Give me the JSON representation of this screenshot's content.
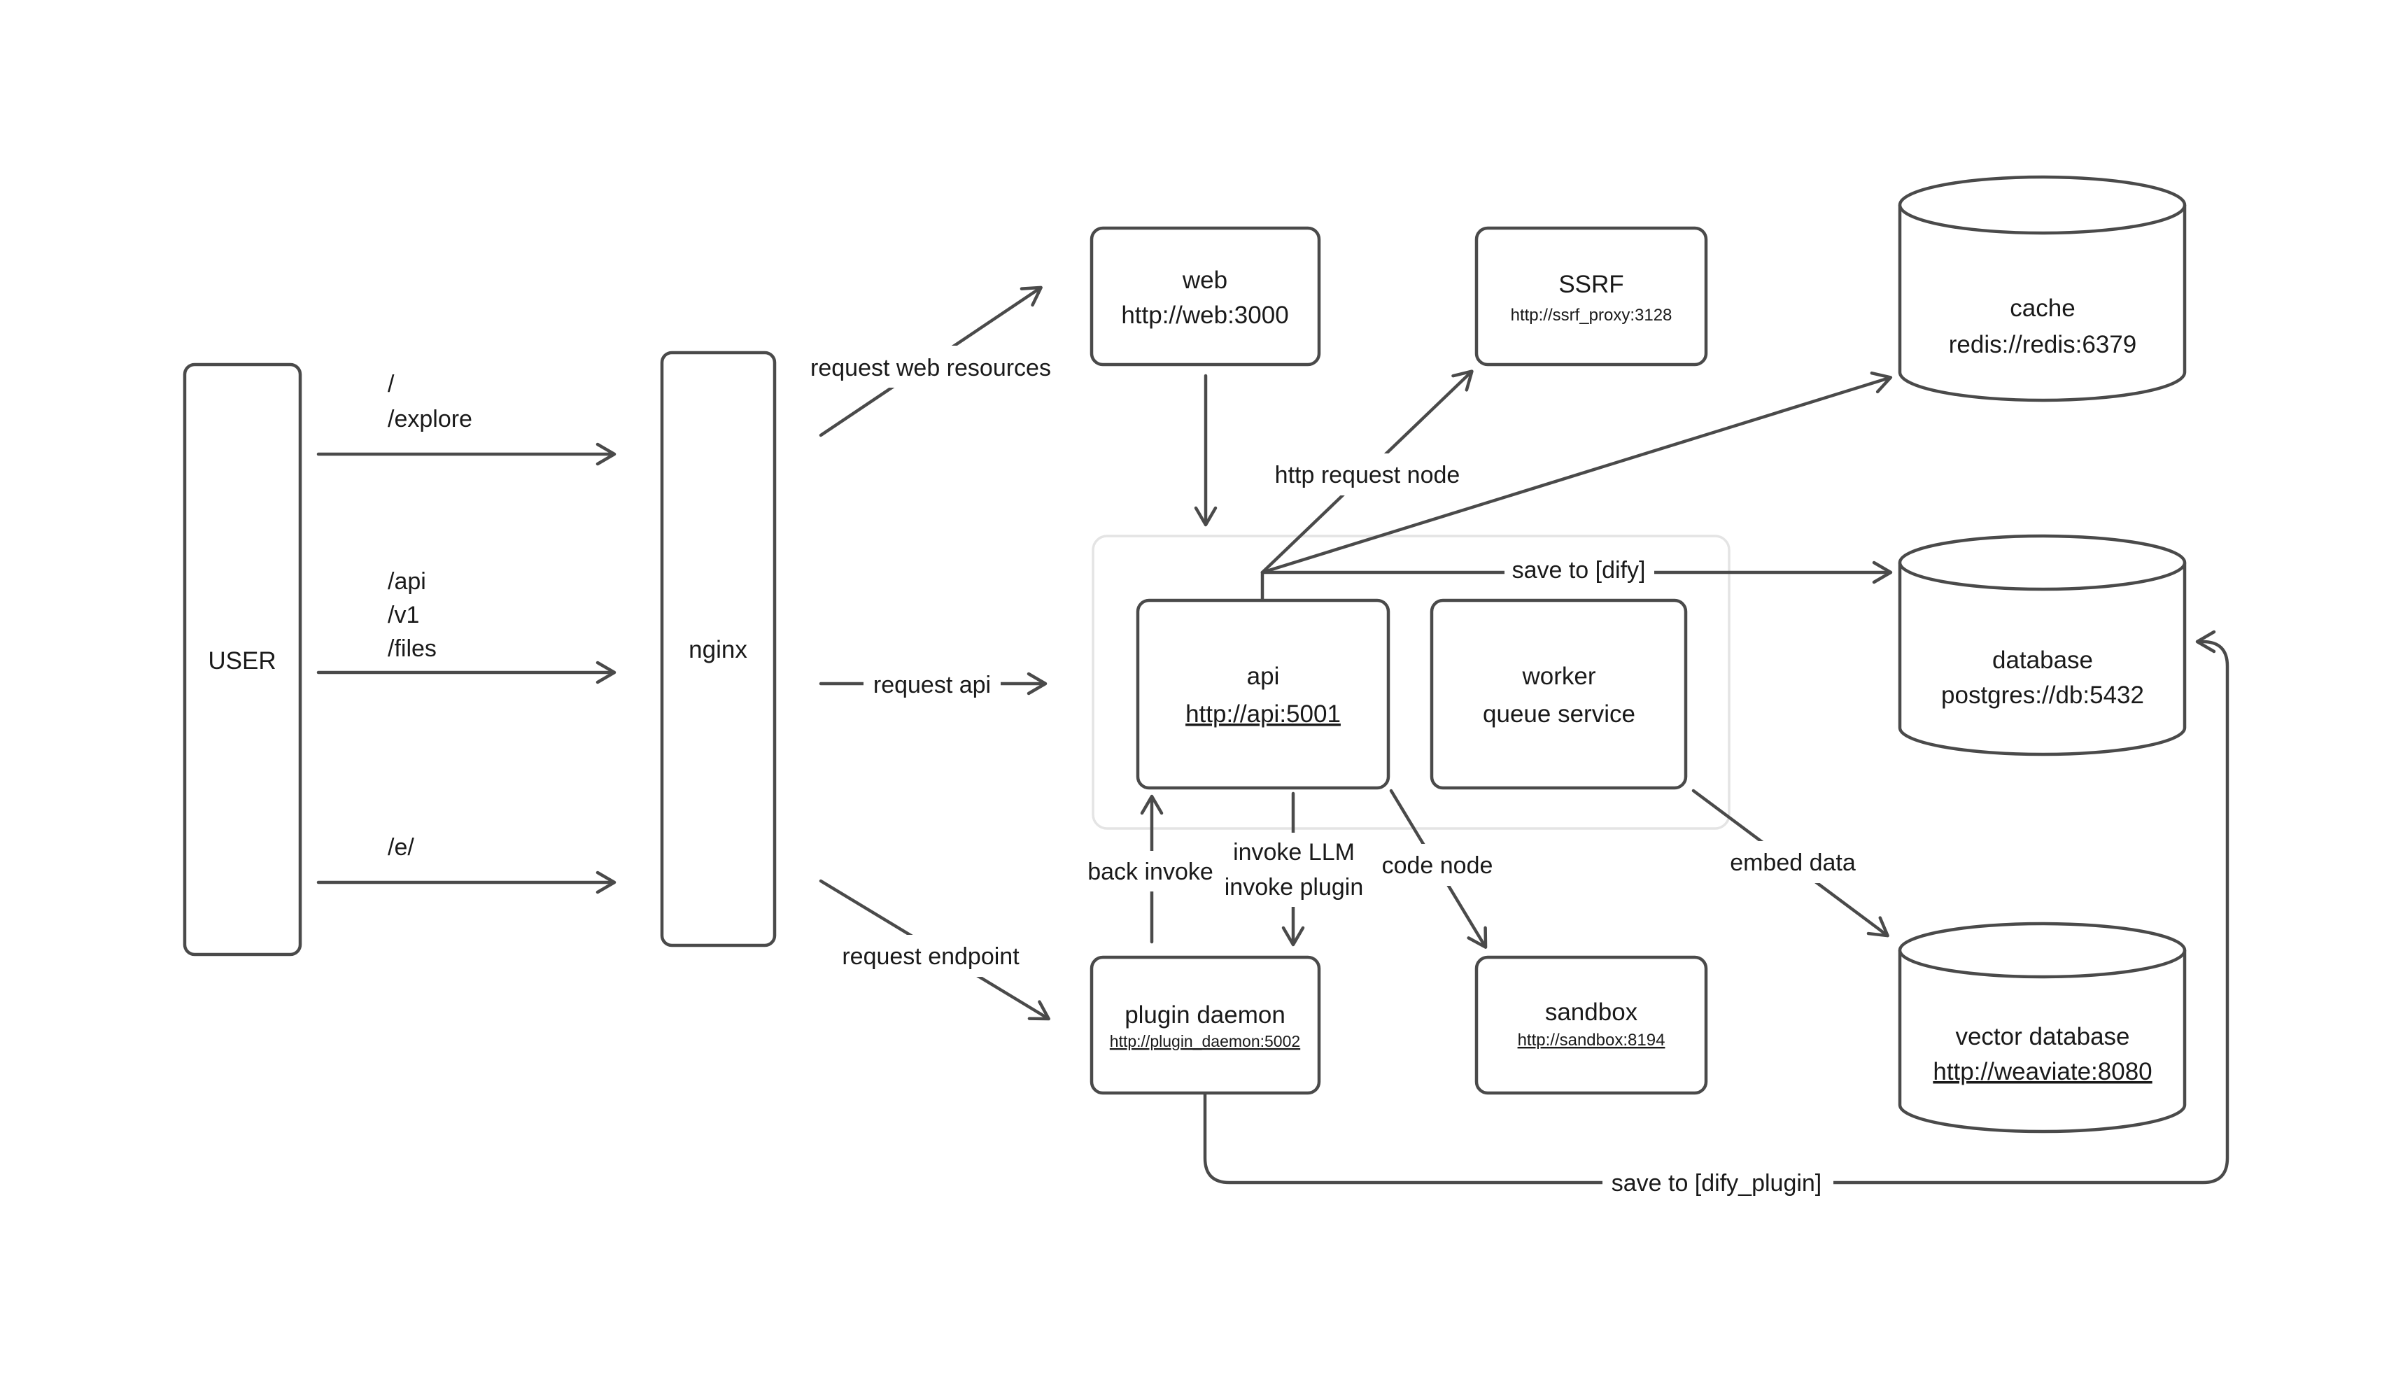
{
  "diagram": {
    "nodes": {
      "user": {
        "label": "USER"
      },
      "nginx": {
        "label": "nginx"
      },
      "web": {
        "title": "web",
        "url": "http://web:3000"
      },
      "ssrf": {
        "title": "SSRF",
        "url": "http://ssrf_proxy:3128"
      },
      "cache": {
        "title": "cache",
        "url": "redis://redis:6379"
      },
      "api": {
        "title": "api",
        "url": "http://api:5001"
      },
      "worker": {
        "title": "worker",
        "subtitle": "queue service"
      },
      "database": {
        "title": "database",
        "url": "postgres://db:5432"
      },
      "plugin_daemon": {
        "title": "plugin daemon",
        "url": "http://plugin_daemon:5002"
      },
      "sandbox": {
        "title": "sandbox",
        "url": "http://sandbox:8194"
      },
      "vector_database": {
        "title": "vector database",
        "url": "http://weaviate:8080"
      }
    },
    "edge_labels": {
      "route_root": "/",
      "route_explore": "/explore",
      "route_api": "/api",
      "route_v1": "/v1",
      "route_files": "/files",
      "route_e": "/e/",
      "request_web_resources": "request web resources",
      "request_api": "request api",
      "request_endpoint": "request endpoint",
      "http_request_node": "http request node",
      "save_to_dify": "save to [dify]",
      "back_invoke": "back invoke",
      "invoke_llm": "invoke LLM",
      "invoke_plugin": "invoke plugin",
      "code_node": "code node",
      "embed_data": "embed data",
      "save_to_dify_plugin": "save to [dify_plugin]"
    },
    "colors": {
      "stroke": "#4a4a4a",
      "text": "#1a1a1a",
      "group_border": "#e4e4e4",
      "background": "#ffffff"
    }
  }
}
